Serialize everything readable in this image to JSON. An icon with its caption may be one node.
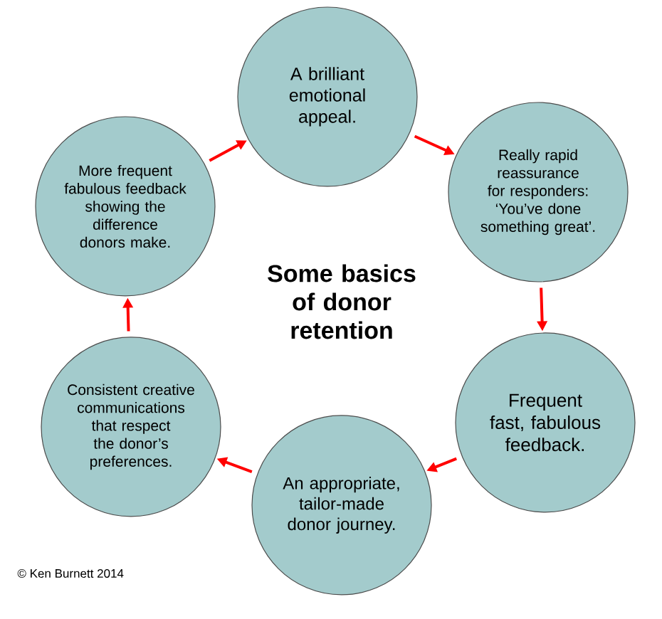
{
  "diagram": {
    "title": "Some basics of donor retention",
    "nodes": [
      {
        "text": [
          "A brilliant emotional appeal."
        ]
      },
      {
        "text": [
          "Really rapid reassurance for responders: ‘You’ve done something great’."
        ]
      },
      {
        "text": [
          "Frequent fast, fabulous feedback."
        ]
      },
      {
        "text": [
          "An appropriate, tailor-made donor journey."
        ]
      },
      {
        "text": [
          "Consistent creative communications that respect the donor’s preferences."
        ]
      },
      {
        "text": [
          "More frequent fabulous feedback showing the difference donors make."
        ]
      }
    ],
    "edges": [
      {
        "from": 0,
        "to": 1,
        "arrow": "to"
      },
      {
        "from": 1,
        "to": 2,
        "arrow": "to"
      },
      {
        "from": 2,
        "to": 3,
        "arrow": "to"
      },
      {
        "from": 3,
        "to": 4,
        "arrow": "to"
      },
      {
        "from": 4,
        "to": 5,
        "arrow": "to"
      },
      {
        "from": 5,
        "to": 0,
        "arrow": "to"
      }
    ],
    "labels": [
      "© Ken Burnett 2014"
    ]
  }
}
